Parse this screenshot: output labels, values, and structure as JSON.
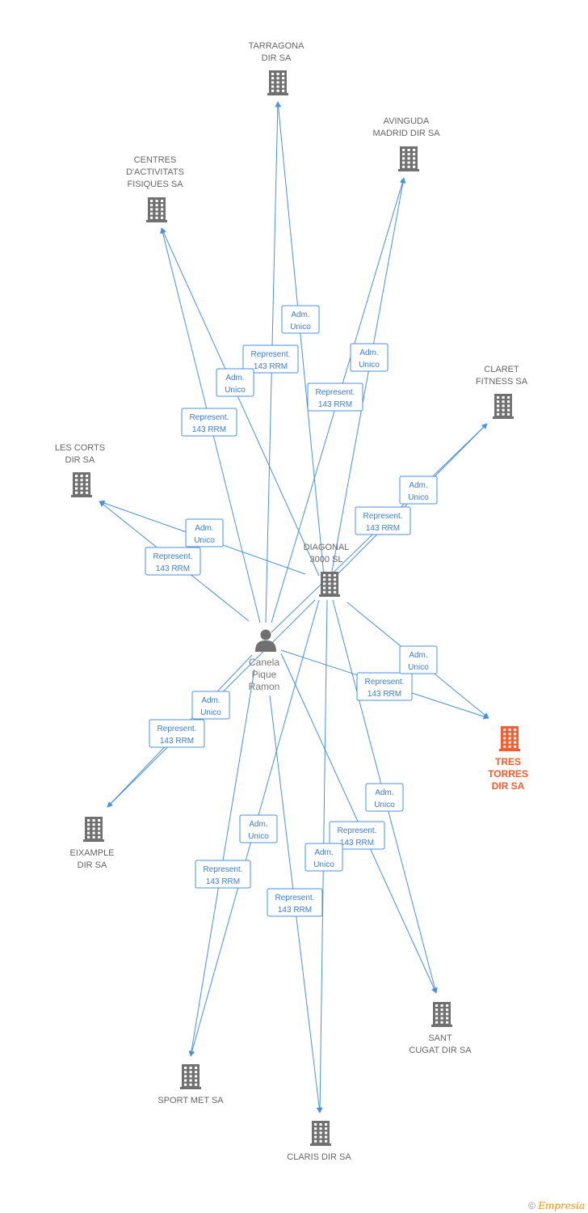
{
  "colors": {
    "edge": "#4a90e2",
    "building": "#707070",
    "highlight": "#ff5a2c",
    "person": "#707070"
  },
  "person": {
    "id": "canela",
    "lines": [
      "Canela",
      "Pique",
      "Ramon"
    ],
    "icon": "person-icon"
  },
  "companies": [
    {
      "id": "tarragona",
      "lines": [
        "TARRAGONA",
        "DIR SA"
      ],
      "icon": "building-icon"
    },
    {
      "id": "avinguda",
      "lines": [
        "AVINGUDA",
        "MADRID DIR SA"
      ],
      "icon": "building-icon"
    },
    {
      "id": "centres",
      "lines": [
        "CENTRES",
        "D'ACTIVITATS",
        "FISIQUES SA"
      ],
      "icon": "building-icon"
    },
    {
      "id": "claret",
      "lines": [
        "CLARET",
        "FITNESS SA"
      ],
      "icon": "building-icon"
    },
    {
      "id": "lescorts",
      "lines": [
        "LES CORTS",
        "DIR SA"
      ],
      "icon": "building-icon"
    },
    {
      "id": "diagonal",
      "lines": [
        "DIAGONAL",
        "3000  SL"
      ],
      "icon": "building-icon"
    },
    {
      "id": "trestorres",
      "lines": [
        "TRES",
        "TORRES",
        "DIR SA"
      ],
      "icon": "building-icon",
      "highlight": true
    },
    {
      "id": "eixample",
      "lines": [
        "EIXAMPLE",
        "DIR SA"
      ],
      "icon": "building-icon"
    },
    {
      "id": "santcugat",
      "lines": [
        "SANT",
        "CUGAT DIR SA"
      ],
      "icon": "building-icon"
    },
    {
      "id": "sportmet",
      "lines": [
        "SPORT MET SA"
      ],
      "icon": "building-icon"
    },
    {
      "id": "claris",
      "lines": [
        "CLARIS DIR SA"
      ],
      "icon": "building-icon"
    }
  ],
  "edges": [
    {
      "from": "canela",
      "to": "tarragona",
      "label": [
        "Represent.",
        "143 RRM"
      ]
    },
    {
      "from": "diagonal",
      "to": "tarragona",
      "label": [
        "Adm.",
        "Unico"
      ]
    },
    {
      "from": "canela",
      "to": "avinguda",
      "label": [
        "Represent.",
        "143 RRM"
      ]
    },
    {
      "from": "diagonal",
      "to": "avinguda",
      "label": [
        "Adm.",
        "Unico"
      ]
    },
    {
      "from": "canela",
      "to": "centres",
      "label": [
        "Represent.",
        "143 RRM"
      ]
    },
    {
      "from": "diagonal",
      "to": "centres",
      "label": [
        "Adm.",
        "Unico"
      ]
    },
    {
      "from": "canela",
      "to": "claret",
      "label": [
        "Represent.",
        "143 RRM"
      ]
    },
    {
      "from": "diagonal",
      "to": "claret",
      "label": [
        "Adm.",
        "Unico"
      ]
    },
    {
      "from": "canela",
      "to": "lescorts",
      "label": [
        "Represent.",
        "143 RRM"
      ]
    },
    {
      "from": "diagonal",
      "to": "lescorts",
      "label": [
        "Adm.",
        "Unico"
      ]
    },
    {
      "from": "canela",
      "to": "trestorres",
      "label": [
        "Represent.",
        "143 RRM"
      ]
    },
    {
      "from": "diagonal",
      "to": "trestorres",
      "label": [
        "Adm.",
        "Unico"
      ]
    },
    {
      "from": "canela",
      "to": "eixample",
      "label": [
        "Represent.",
        "143 RRM"
      ]
    },
    {
      "from": "diagonal",
      "to": "eixample",
      "label": [
        "Adm.",
        "Unico"
      ]
    },
    {
      "from": "canela",
      "to": "santcugat",
      "label": [
        "Represent.",
        "143 RRM"
      ]
    },
    {
      "from": "diagonal",
      "to": "santcugat",
      "label": [
        "Adm.",
        "Unico"
      ]
    },
    {
      "from": "canela",
      "to": "sportmet",
      "label": [
        "Represent.",
        "143 RRM"
      ]
    },
    {
      "from": "diagonal",
      "to": "sportmet",
      "label": [
        "Adm.",
        "Unico"
      ]
    },
    {
      "from": "canela",
      "to": "claris",
      "label": [
        "Represent.",
        "143 RRM"
      ]
    },
    {
      "from": "diagonal",
      "to": "claris",
      "label": [
        "Adm.",
        "Unico"
      ]
    }
  ],
  "footer": {
    "copyright": "©",
    "brand": "Empresia"
  }
}
